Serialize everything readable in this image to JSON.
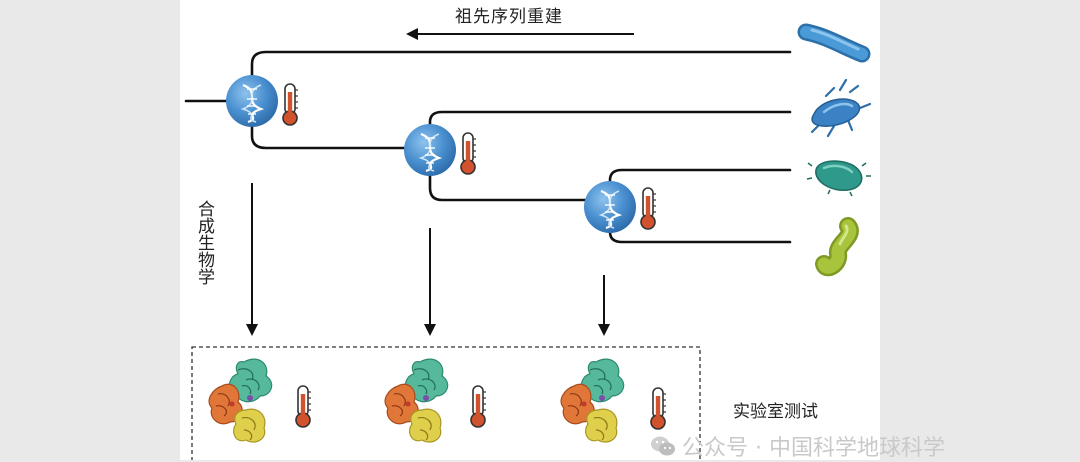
{
  "labels": {
    "top_arrow": "祖先序列重建",
    "side_arrow": "合成生物学",
    "lab_test": "实验室测试"
  },
  "watermark": {
    "text": "公众号 · 中国科学地球科学"
  },
  "colors": {
    "node_blue": "#3d84c7",
    "thermometer": "#d2522e",
    "bacterium_blue_1": "#3a8bc8",
    "bacterium_blue_2": "#3a7fc0",
    "bacterium_teal": "#2f9a8c",
    "bacterium_green": "#a3bf38",
    "protein_green": "#3fae8f",
    "protein_orange": "#d9662e",
    "protein_yellow": "#d9c43a"
  },
  "icons": [
    "dna-node-icon",
    "thermometer-icon",
    "rod-bacterium-icon",
    "flagellated-bacterium-icon",
    "oval-bacterium-icon",
    "curved-bacterium-icon",
    "protein-structure-icon",
    "wechat-icon"
  ]
}
